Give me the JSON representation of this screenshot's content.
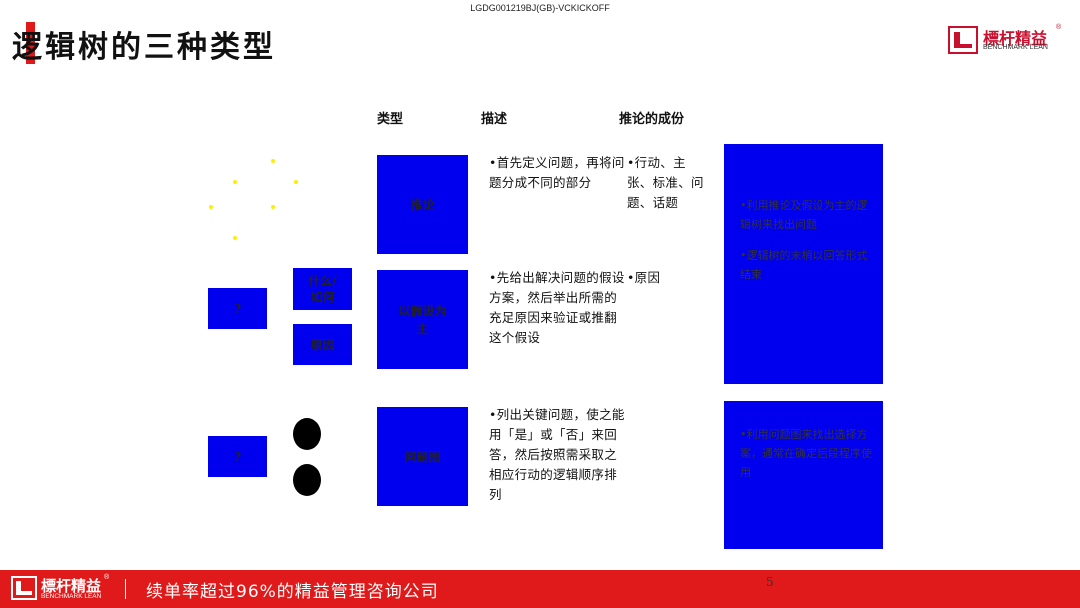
{
  "header": {
    "doc_code": "LGDG001219BJ(GB)-VCKICKOFF",
    "title": "逻辑树的三种类型",
    "logo_name": "標杆精益",
    "logo_sub": "BENCHMARK LEAN",
    "logo_reg": "®"
  },
  "table": {
    "col_type": "类型",
    "col_desc": "描述",
    "col_component": "推论的成份",
    "rows": [
      {
        "type": "推论",
        "desc": "•首先定义问题，再将问题分成不同的部分",
        "component": "•行动、主张、标准、问题、话题"
      },
      {
        "type": "以假设为主",
        "desc": "•先给出解决问题的假设方案，然后举出所需的充足原因来验证或推翻这个假设",
        "component": "•原因"
      },
      {
        "type": "问题图",
        "desc": "•列出关键问题，使之能用「是」或「否」来回答，然后按照需采取之相应行动的逻辑顺序排列",
        "component": ""
      }
    ],
    "note_top": [
      "•利用推论及假设为主的逻辑树来找出问题",
      "•逻辑树的末梢以回答形式结束"
    ],
    "note_bottom": [
      "•利用问题图来找出选择方案，通常在确定后段程序使用"
    ]
  },
  "left_diagrams": {
    "row2_q": "?",
    "row2_what": "什么/如何",
    "row2_why": "原因",
    "row3_q": "?"
  },
  "footer": {
    "logo_name": "標杆精益",
    "logo_sub": "BENCHMARK LEAN",
    "logo_reg": "®",
    "separator": "|",
    "slogan": "续单率超过96%的精益管理咨询公司",
    "page_number": "5"
  },
  "colors": {
    "accent_red": "#e01a1a",
    "box_blue": "#0000ee",
    "dot_yellow": "#ffee00"
  }
}
